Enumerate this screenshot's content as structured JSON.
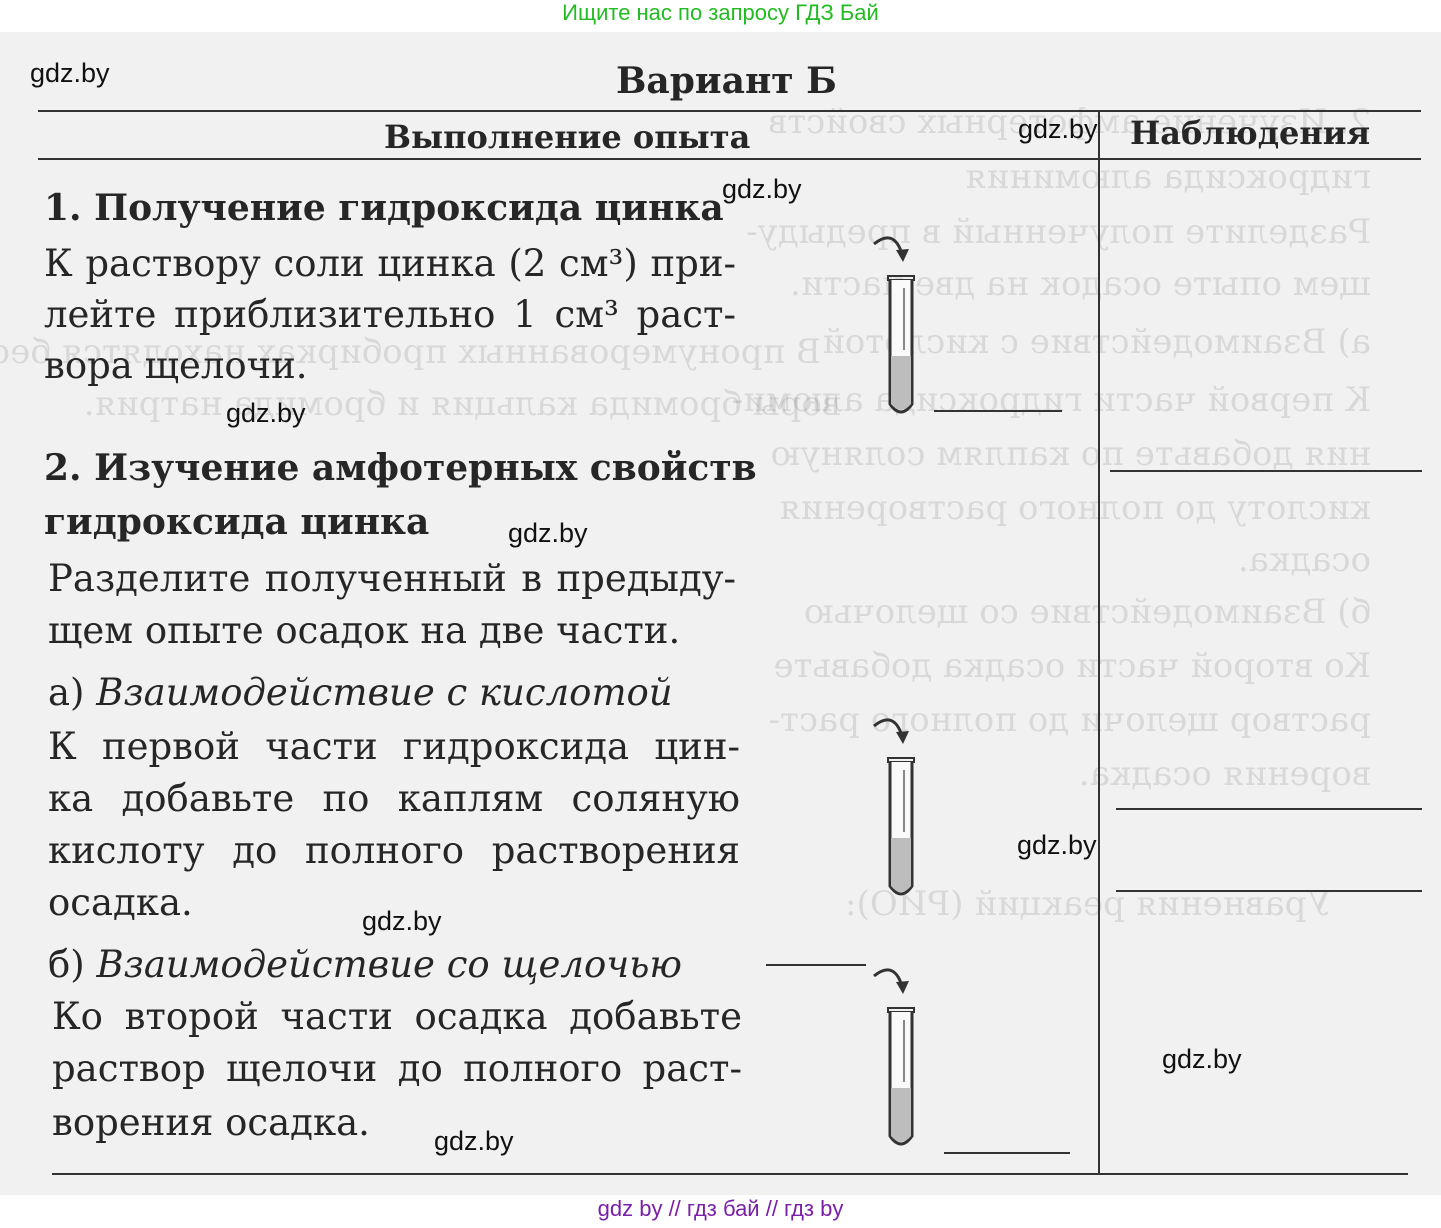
{
  "banner": "Ищите нас по запросу ГДЗ Бай",
  "footer": "gdz by  //  гдз бай  //  гдз by",
  "watermark": "gdz.by",
  "variant_title": "Вариант Б",
  "table_head": {
    "col1": "Выполнение опыта",
    "col2": "Наблюдения"
  },
  "section1": {
    "heading": "1. Получение гидроксида цинка",
    "lines": [
      "К раствору соли цинка (2 см³) при-",
      "лейте приблизительно 1 см³ раст-",
      "вора щелочи."
    ]
  },
  "section2": {
    "heading_line1": "2. Изучение амфотерных свойств",
    "heading_line2": "гидроксида цинка",
    "lines": [
      "Разделите полученный в предыду-",
      "щем опыте осадок на две части."
    ]
  },
  "part_a": {
    "label": "а)",
    "title": "Взаимодействие с кислотой",
    "lines": [
      "К первой части гидроксида цин-",
      "ка добавьте по каплям соляную",
      "кислоту до полного растворения",
      "осадка."
    ]
  },
  "part_b": {
    "label": "б)",
    "title": "Взаимодействие со щелочью",
    "lines": [
      "Ко второй части осадка добавьте",
      "раствор щелочи до полного раст-",
      "ворения осадка."
    ]
  },
  "bleed_text": [
    "2. Изучение амфотерных свойств",
    "гидроксида алюминия",
    "Разделите полученный в предыду-",
    "щем опыте осадок на две части.",
    "а) Взаимодействие с кислотой",
    "К первой части гидроксида алюми-",
    "ния добавьте по каплям соляную",
    "кислоту до полного растворения",
    "осадка.",
    "б) Взаимодействие со щелочью",
    "Ко второй части осадка добавьте",
    "раствор щелочи до полного раст-",
    "ворения осадка.",
    "Уравнения реакций (РИО):",
    "В пронумерованных пробирках находятся бесцветные раст-",
    "воры бромида кальция и бромида натрия."
  ],
  "colors": {
    "banner": "#22bb22",
    "footer": "#7a1fa8",
    "ink": "#262626",
    "paper": "#f1f1f1"
  }
}
